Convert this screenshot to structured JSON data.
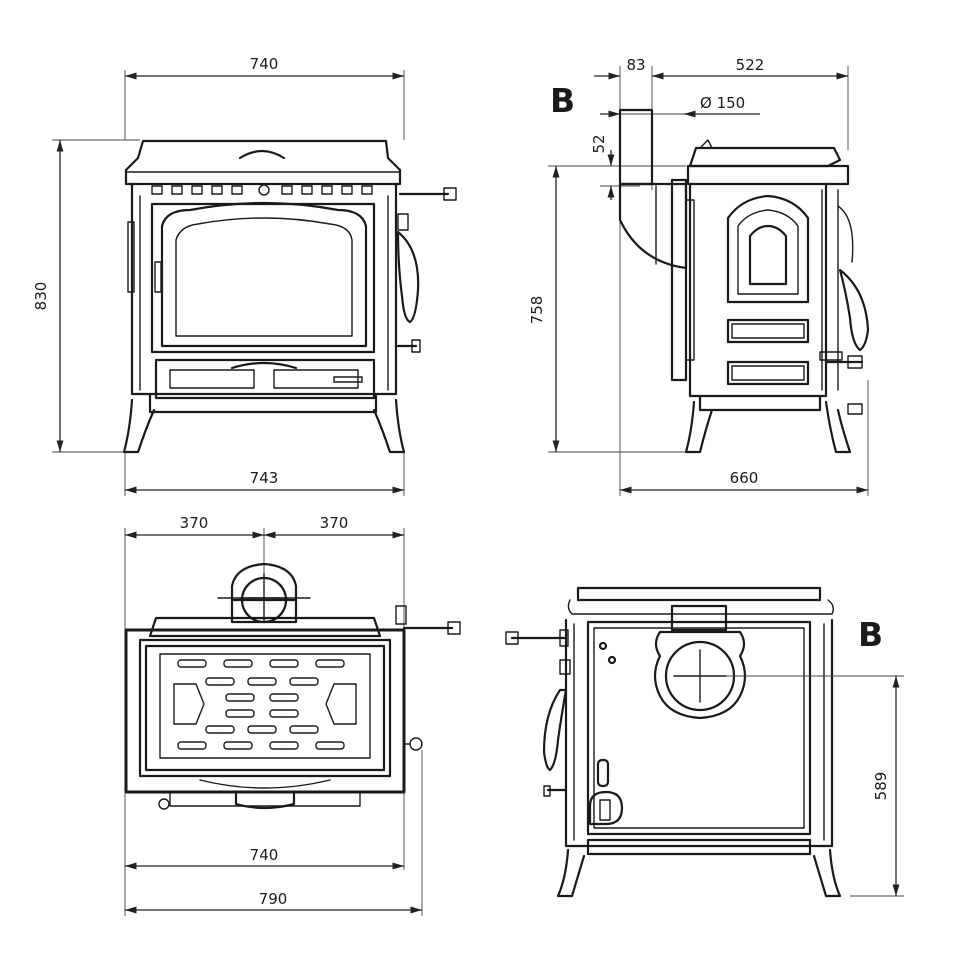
{
  "views": {
    "front": {
      "dim_top_width": "740",
      "dim_bottom_width": "743",
      "dim_height": "830"
    },
    "side": {
      "dim_offset": "83",
      "dim_depth_top": "522",
      "dim_flue_diameter": "Ø 150",
      "dim_flue_height": "52",
      "dim_height": "758",
      "dim_depth": "660",
      "label_b": "B"
    },
    "top": {
      "dim_half_left": "370",
      "dim_half_right": "370",
      "dim_width": "740",
      "dim_total_width": "790"
    },
    "rear": {
      "label_b": "B",
      "dim_flue_center_height": "589"
    }
  }
}
